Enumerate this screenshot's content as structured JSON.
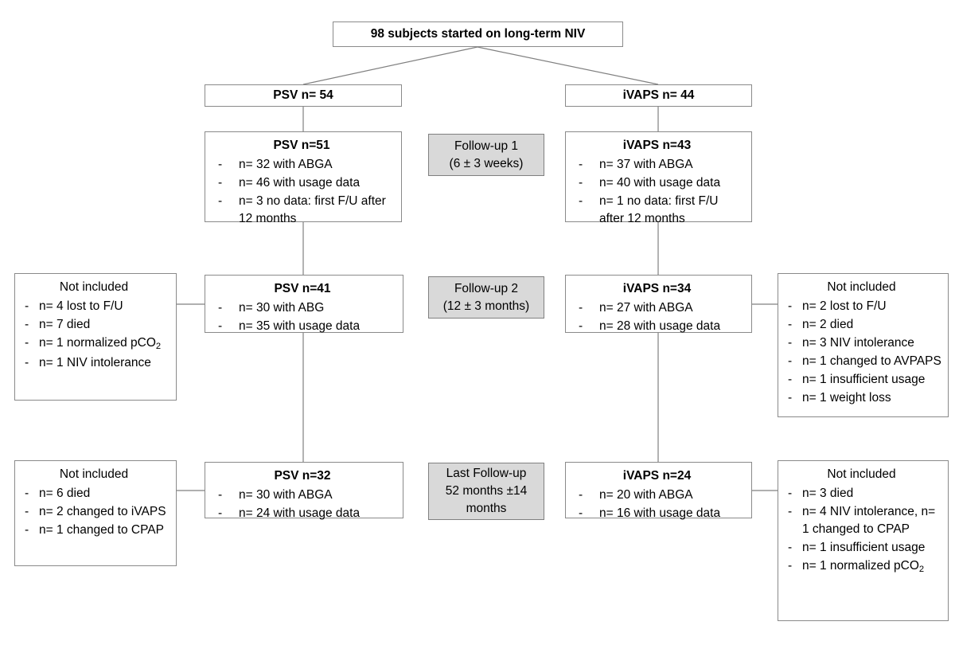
{
  "diagram": {
    "title": "98 subjects started on long-term NIV",
    "root": {
      "label": "98 subjects started on long-term NIV"
    },
    "arms": {
      "psv": {
        "baseline": "PSV n= 54",
        "fu1": {
          "title": "PSV n=51",
          "items": [
            "n= 32 with ABGA",
            "n= 46 with usage data",
            "n= 3 no data: first F/U after 12 months"
          ]
        },
        "fu2": {
          "title": "PSV n=41",
          "items": [
            "n= 30 with ABG",
            "n= 35 with usage data"
          ]
        },
        "fu3": {
          "title": "PSV n=32",
          "items": [
            "n= 30 with ABGA",
            "n= 24 with usage data"
          ]
        }
      },
      "ivaps": {
        "baseline": "iVAPS n= 44",
        "fu1": {
          "title": "iVAPS n=43",
          "items": [
            "n= 37 with ABGA",
            "n= 40 with usage data",
            "n= 1 no data: first F/U after 12 months"
          ]
        },
        "fu2": {
          "title": "iVAPS n=34",
          "items": [
            "n= 27 with ABGA",
            "n= 28 with usage data"
          ]
        },
        "fu3": {
          "title": "iVAPS n=24",
          "items": [
            "n= 20 with ABGA",
            "n= 16 with usage data"
          ]
        }
      }
    },
    "followups": [
      {
        "id": "fu1",
        "line1": "Follow-up 1",
        "line2": "(6 ± 3 weeks)",
        "line3": ""
      },
      {
        "id": "fu2",
        "line1": "Follow-up 2",
        "line2": "(12 ± 3 months)",
        "line3": ""
      },
      {
        "id": "fu3",
        "line1": "Last Follow-up",
        "line2": "52 months ±14",
        "line3": "months"
      }
    ],
    "exclusions": {
      "psv_fu2": {
        "title": "Not included",
        "items": [
          {
            "text": "n= 4 lost to F/U",
            "sub": ""
          },
          {
            "text": "n= 7 died",
            "sub": ""
          },
          {
            "text": "n= 1 normalized pCO",
            "sub": "2"
          },
          {
            "text": "n= 1 NIV intolerance",
            "sub": ""
          }
        ]
      },
      "psv_fu3": {
        "title": "Not included",
        "items": [
          {
            "text": "n= 6 died",
            "sub": ""
          },
          {
            "text": "n= 2 changed to iVAPS",
            "sub": ""
          },
          {
            "text": "n= 1 changed to CPAP",
            "sub": ""
          }
        ]
      },
      "ivaps_fu2": {
        "title": "Not included",
        "items": [
          {
            "text": "n= 2 lost to F/U",
            "sub": ""
          },
          {
            "text": "n= 2 died",
            "sub": ""
          },
          {
            "text": "n= 3 NIV intolerance",
            "sub": ""
          },
          {
            "text": "n= 1 changed to AVPAPS",
            "sub": ""
          },
          {
            "text": "n= 1 insufficient usage",
            "sub": ""
          },
          {
            "text": "n= 1 weight loss",
            "sub": ""
          }
        ]
      },
      "ivaps_fu3": {
        "title": "Not included",
        "items": [
          {
            "text": "n= 3 died",
            "sub": ""
          },
          {
            "text": "n= 4 NIV intolerance, n= 1 changed to CPAP",
            "sub": ""
          },
          {
            "text": "n= 1 insufficient usage",
            "sub": ""
          },
          {
            "text": "n= 1 normalized pCO",
            "sub": "2"
          }
        ]
      }
    },
    "colors": {
      "box_border": "#808080",
      "shaded_fill": "#d9d9d9",
      "connector": "#808080",
      "text": "#000000",
      "background": "#ffffff"
    }
  }
}
